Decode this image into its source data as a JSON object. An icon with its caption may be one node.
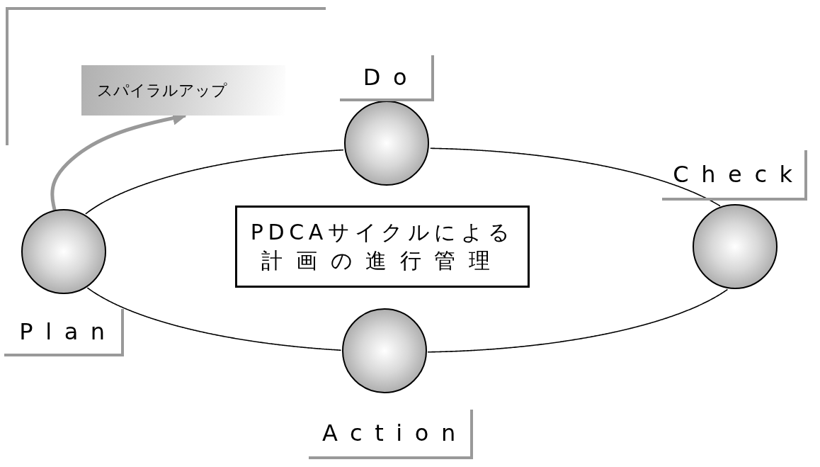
{
  "diagram": {
    "nodes": [
      {
        "text": [
          "スパイラルアップ"
        ]
      },
      {
        "text": [],
        "shape": "circle",
        "beside": [
          "Do"
        ]
      },
      {
        "text": [],
        "shape": "circle",
        "beside": [
          "Check"
        ]
      },
      {
        "text": [
          "PDCAサイクルによる",
          "計画の進行管理"
        ]
      },
      {
        "text": [],
        "shape": "circle",
        "beside": [
          "Plan"
        ]
      },
      {
        "text": [],
        "shape": "circle",
        "beside": [
          "Action"
        ]
      }
    ],
    "edges": [
      {
        "from": 4,
        "to": 1,
        "arrow": "none"
      },
      {
        "from": 1,
        "to": 2,
        "arrow": "none"
      },
      {
        "from": 2,
        "to": 5,
        "arrow": "none"
      },
      {
        "from": 5,
        "to": 4,
        "arrow": "none"
      },
      {
        "from": 4,
        "to": 0,
        "arrow": "to",
        "style": "thick",
        "color": "#999999"
      }
    ]
  }
}
